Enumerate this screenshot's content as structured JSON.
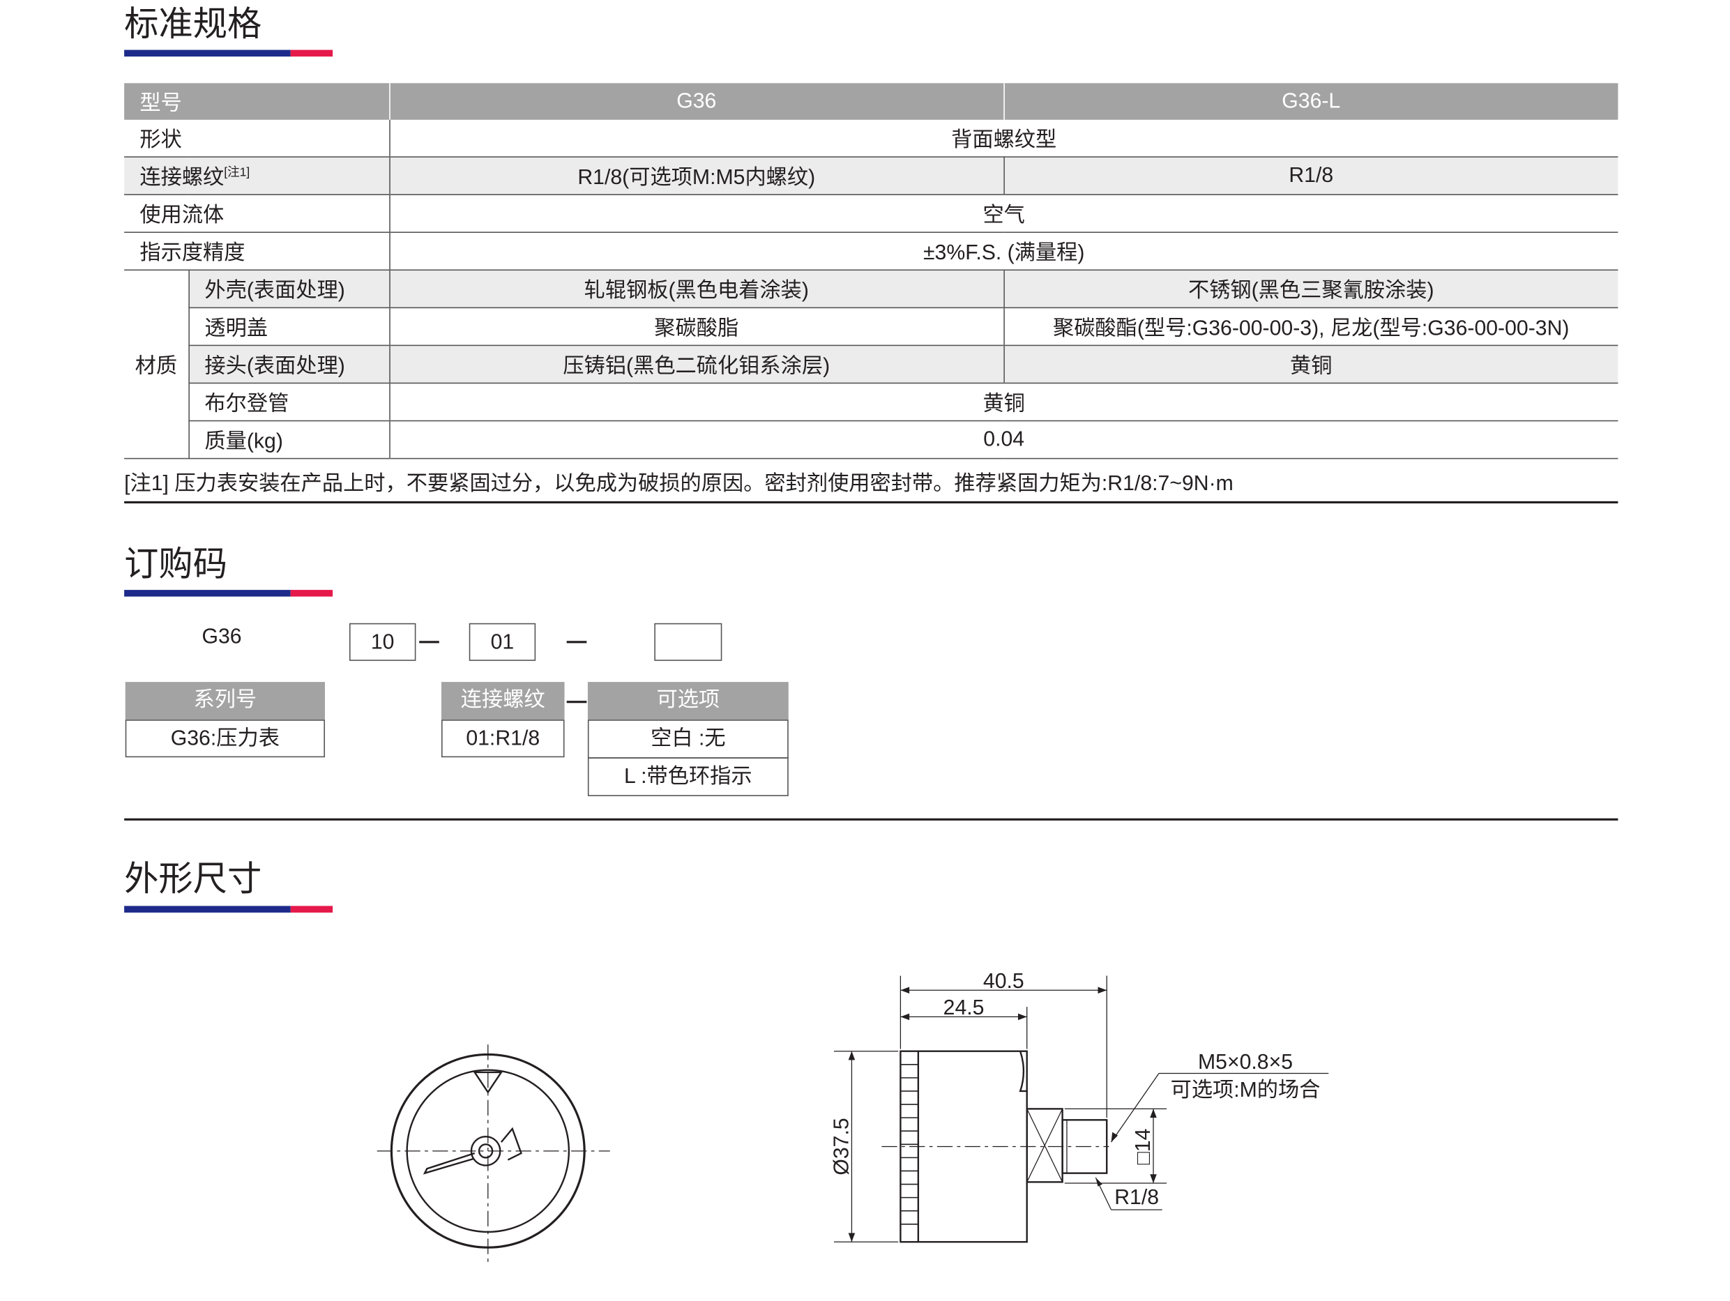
{
  "sections": {
    "spec_title": "标准规格",
    "order_title": "订购码",
    "dim_title": "外形尺寸"
  },
  "colors": {
    "underline_blue": "#1d2a8a",
    "underline_red": "#e5194a",
    "header_gray": "#a3a3a3"
  },
  "spec": {
    "header": {
      "label": "型号",
      "col1": "G36",
      "col2": "G36-L"
    },
    "shape": {
      "label": "形状",
      "value": "背面螺纹型"
    },
    "thread": {
      "label": "连接螺纹",
      "note_ref": "[注1]",
      "col1": "R1/8(可选项M:M5内螺纹)",
      "col2": "R1/8"
    },
    "fluid": {
      "label": "使用流体",
      "value": "空气"
    },
    "accuracy": {
      "label": "指示度精度",
      "value": "±3%F.S. (满量程)"
    },
    "material": {
      "label": "材质",
      "case": {
        "label": "外壳(表面处理)",
        "col1": "轧辊钢板(黑色电着涂装)",
        "col2": "不锈钢(黑色三聚氰胺涂装)"
      },
      "cover": {
        "label": "透明盖",
        "col1": "聚碳酸脂",
        "col2": "聚碳酸酯(型号:G36-00-00-3), 尼龙(型号:G36-00-00-3N)"
      },
      "joint": {
        "label": "接头(表面处理)",
        "col1": "压铸铝(黑色二硫化钼系涂层)",
        "col2": "黄铜"
      },
      "bourdon": {
        "label": "布尔登管",
        "value": "黄铜"
      },
      "mass": {
        "label": "质量(kg)",
        "value": "0.04"
      }
    },
    "note": "[注1] 压力表安装在产品上时，不要紧固过分，以免成为破损的原因。密封剂使用密封带。推荐紧固力矩为:R1/8:7~9N·m"
  },
  "order": {
    "prefix": "G36",
    "code1": "10",
    "code2": "01",
    "code3": "",
    "series": {
      "header": "系列号",
      "items": [
        "G36:压力表"
      ]
    },
    "thread": {
      "header": "连接螺纹",
      "items": [
        "01:R1/8"
      ]
    },
    "option": {
      "header": "可选项",
      "items": [
        "空白 :无",
        "L :带色环指示"
      ]
    }
  },
  "dims": {
    "overall_length": "40.5",
    "body_length": "24.5",
    "diameter": "Ø37.5",
    "hex": "□14",
    "thread": "R1/8",
    "option_thread": "M5×0.8×5",
    "option_note": "可选项:M的场合"
  }
}
